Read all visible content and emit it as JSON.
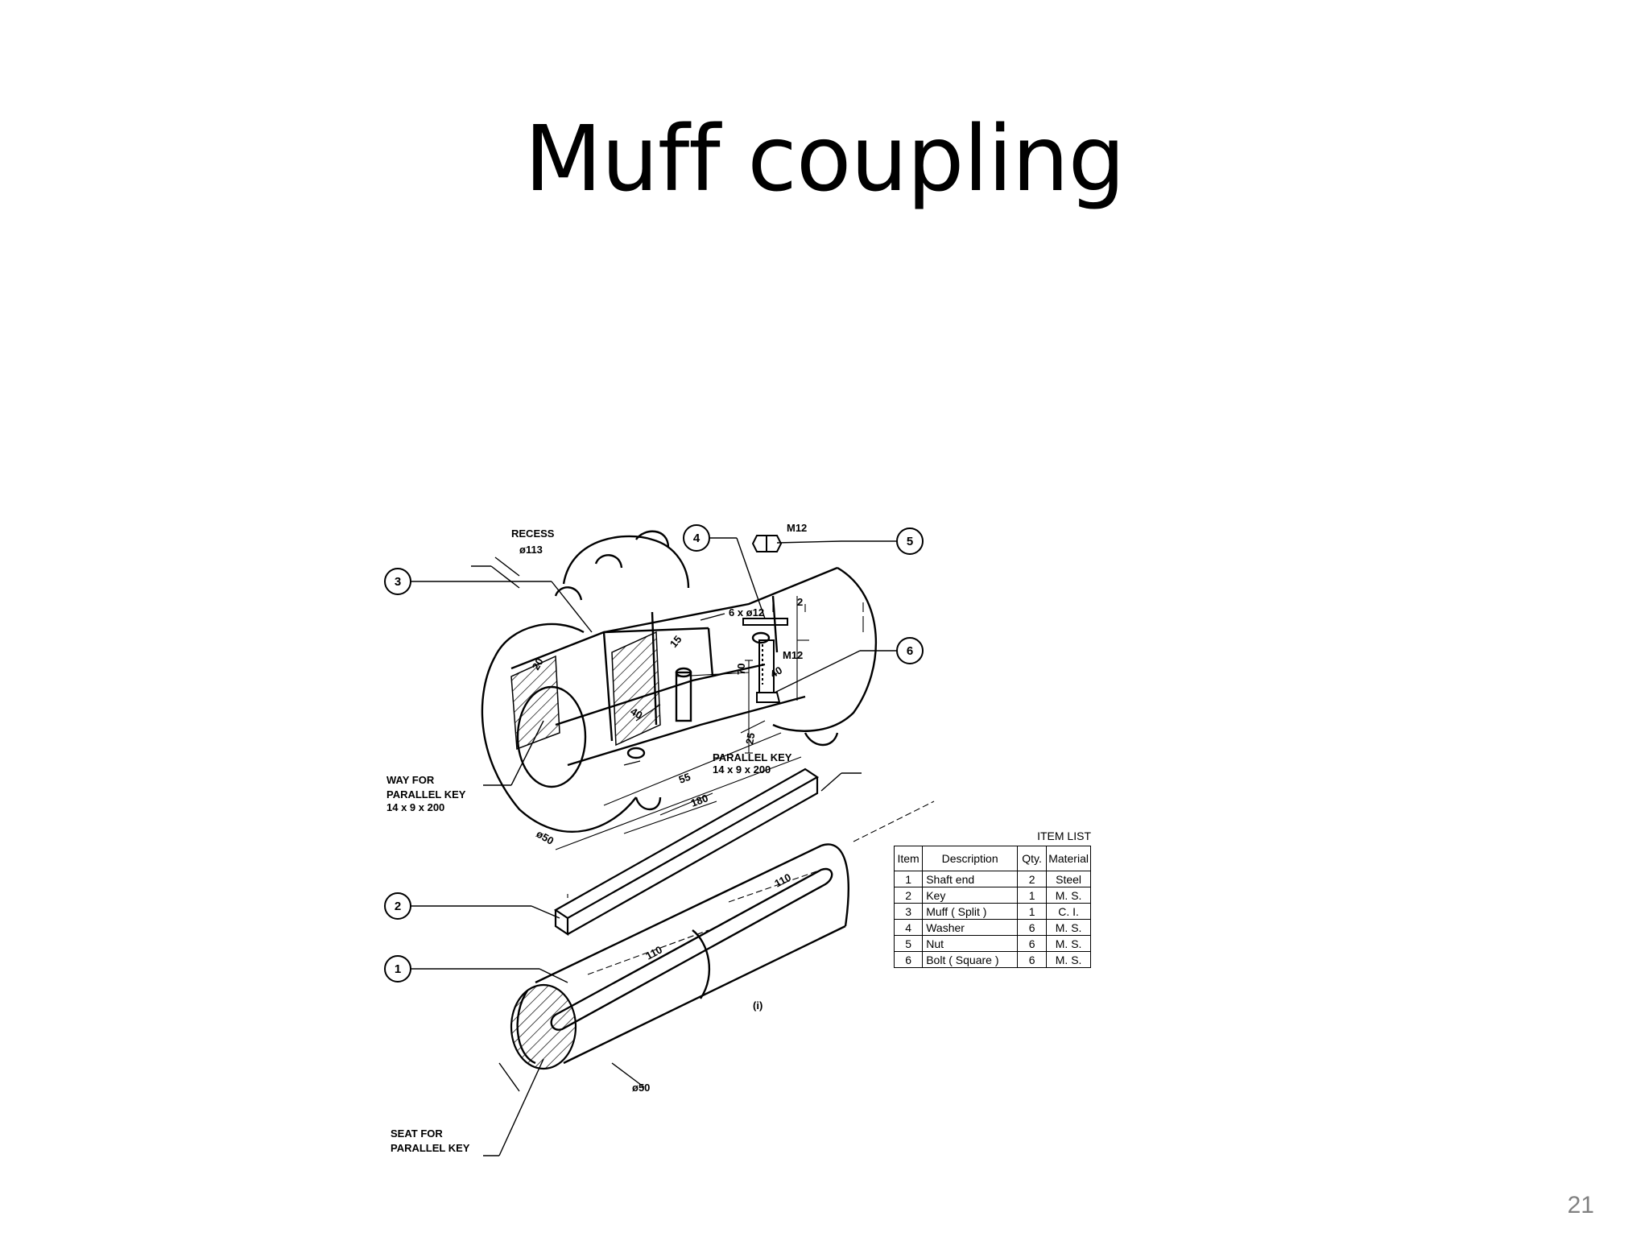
{
  "slide": {
    "title": "Muff coupling",
    "number": "21"
  },
  "drawing": {
    "callouts": [
      "1",
      "2",
      "3",
      "4",
      "5",
      "6"
    ],
    "notes": {
      "recess": "RECESS",
      "recess_dia": "ø113",
      "holes": "6 x ø12",
      "way_line1": "WAY FOR",
      "way_line2": "PARALLEL KEY",
      "way_line3": "14 x 9 x 200",
      "key_line1": "PARALLEL KEY",
      "key_line2": "14 x 9 x 200",
      "seat_line1": "SEAT FOR",
      "seat_line2": "PARALLEL KEY",
      "m12_nut": "M12",
      "m12_bolt": "M12",
      "figure_label": "(i)"
    },
    "dimensions": {
      "d15": "15",
      "d20": "20",
      "d40a": "40",
      "d40b": "40",
      "d25": "25",
      "d55": "55",
      "d180": "180",
      "d50_muff": "ø50",
      "d110a": "110",
      "d110b": "110",
      "d50_shaft": "ø50",
      "washer_t": "2",
      "bolt_len": "70"
    }
  },
  "item_list": {
    "title": "ITEM LIST",
    "headers": [
      "Item",
      "Description",
      "Qty.",
      "Material"
    ],
    "rows": [
      [
        "1",
        "Shaft end",
        "2",
        "Steel"
      ],
      [
        "2",
        "Key",
        "1",
        "M. S."
      ],
      [
        "3",
        "Muff ( Split )",
        "1",
        "C. I."
      ],
      [
        "4",
        "Washer",
        "6",
        "M. S."
      ],
      [
        "5",
        "Nut",
        "6",
        "M. S."
      ],
      [
        "6",
        "Bolt ( Square )",
        "6",
        "M. S."
      ]
    ]
  }
}
